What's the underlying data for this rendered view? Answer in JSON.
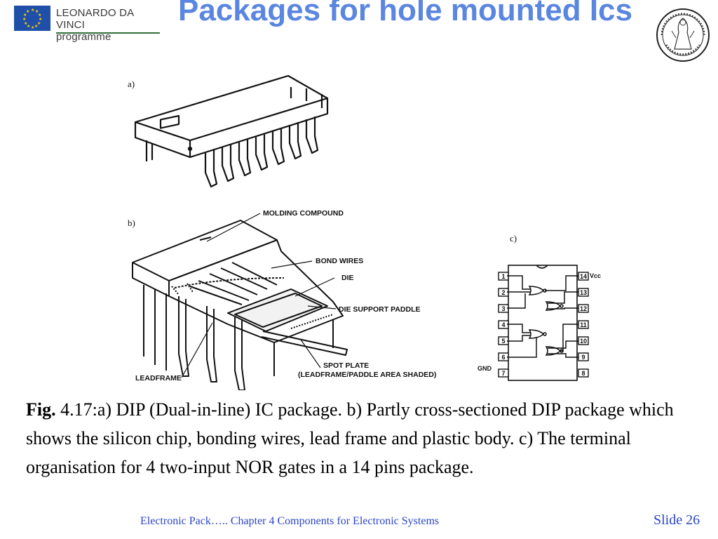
{
  "header": {
    "logo_line1": "LEONARDO DA VINCI",
    "logo_line2": "programme",
    "title": "Packages for hole mounted Ics"
  },
  "figure": {
    "label_a": "a)",
    "label_b": "b)",
    "label_c": "c)",
    "callouts": {
      "molding": "MOLDING COMPOUND",
      "bond": "BOND WIRES",
      "die": "DIE",
      "paddle": "DIE SUPPORT PADDLE",
      "leadframe": "LEADFRAME",
      "spot": "SPOT PLATE",
      "spot_sub": "(LEADFRAME/PADDLE AREA SHADED)"
    },
    "pins_left": [
      "1",
      "2",
      "3",
      "4",
      "5",
      "6",
      "7"
    ],
    "pins_right": [
      "14",
      "13",
      "12",
      "11",
      "10",
      "9",
      "8"
    ],
    "vcc_label": "Vcc",
    "gnd_label": "GND"
  },
  "caption": {
    "bold": "Fig.",
    "text": " 4.17:a) DIP (Dual-in-line) IC package. b) Partly cross-sectioned DIP package which shows the silicon chip, bonding wires, lead frame and plastic body. c) The terminal organisation for 4 two-input NOR gates in a 14 pins package."
  },
  "footer": {
    "left": "Electronic Pack…..   Chapter 4 Components for Electronic Systems",
    "right": "Slide 26"
  },
  "colors": {
    "title": "#5b86e0",
    "footer": "#2b44c8",
    "eu_flag": "#1f4fa8",
    "eu_star": "#ffd700"
  }
}
